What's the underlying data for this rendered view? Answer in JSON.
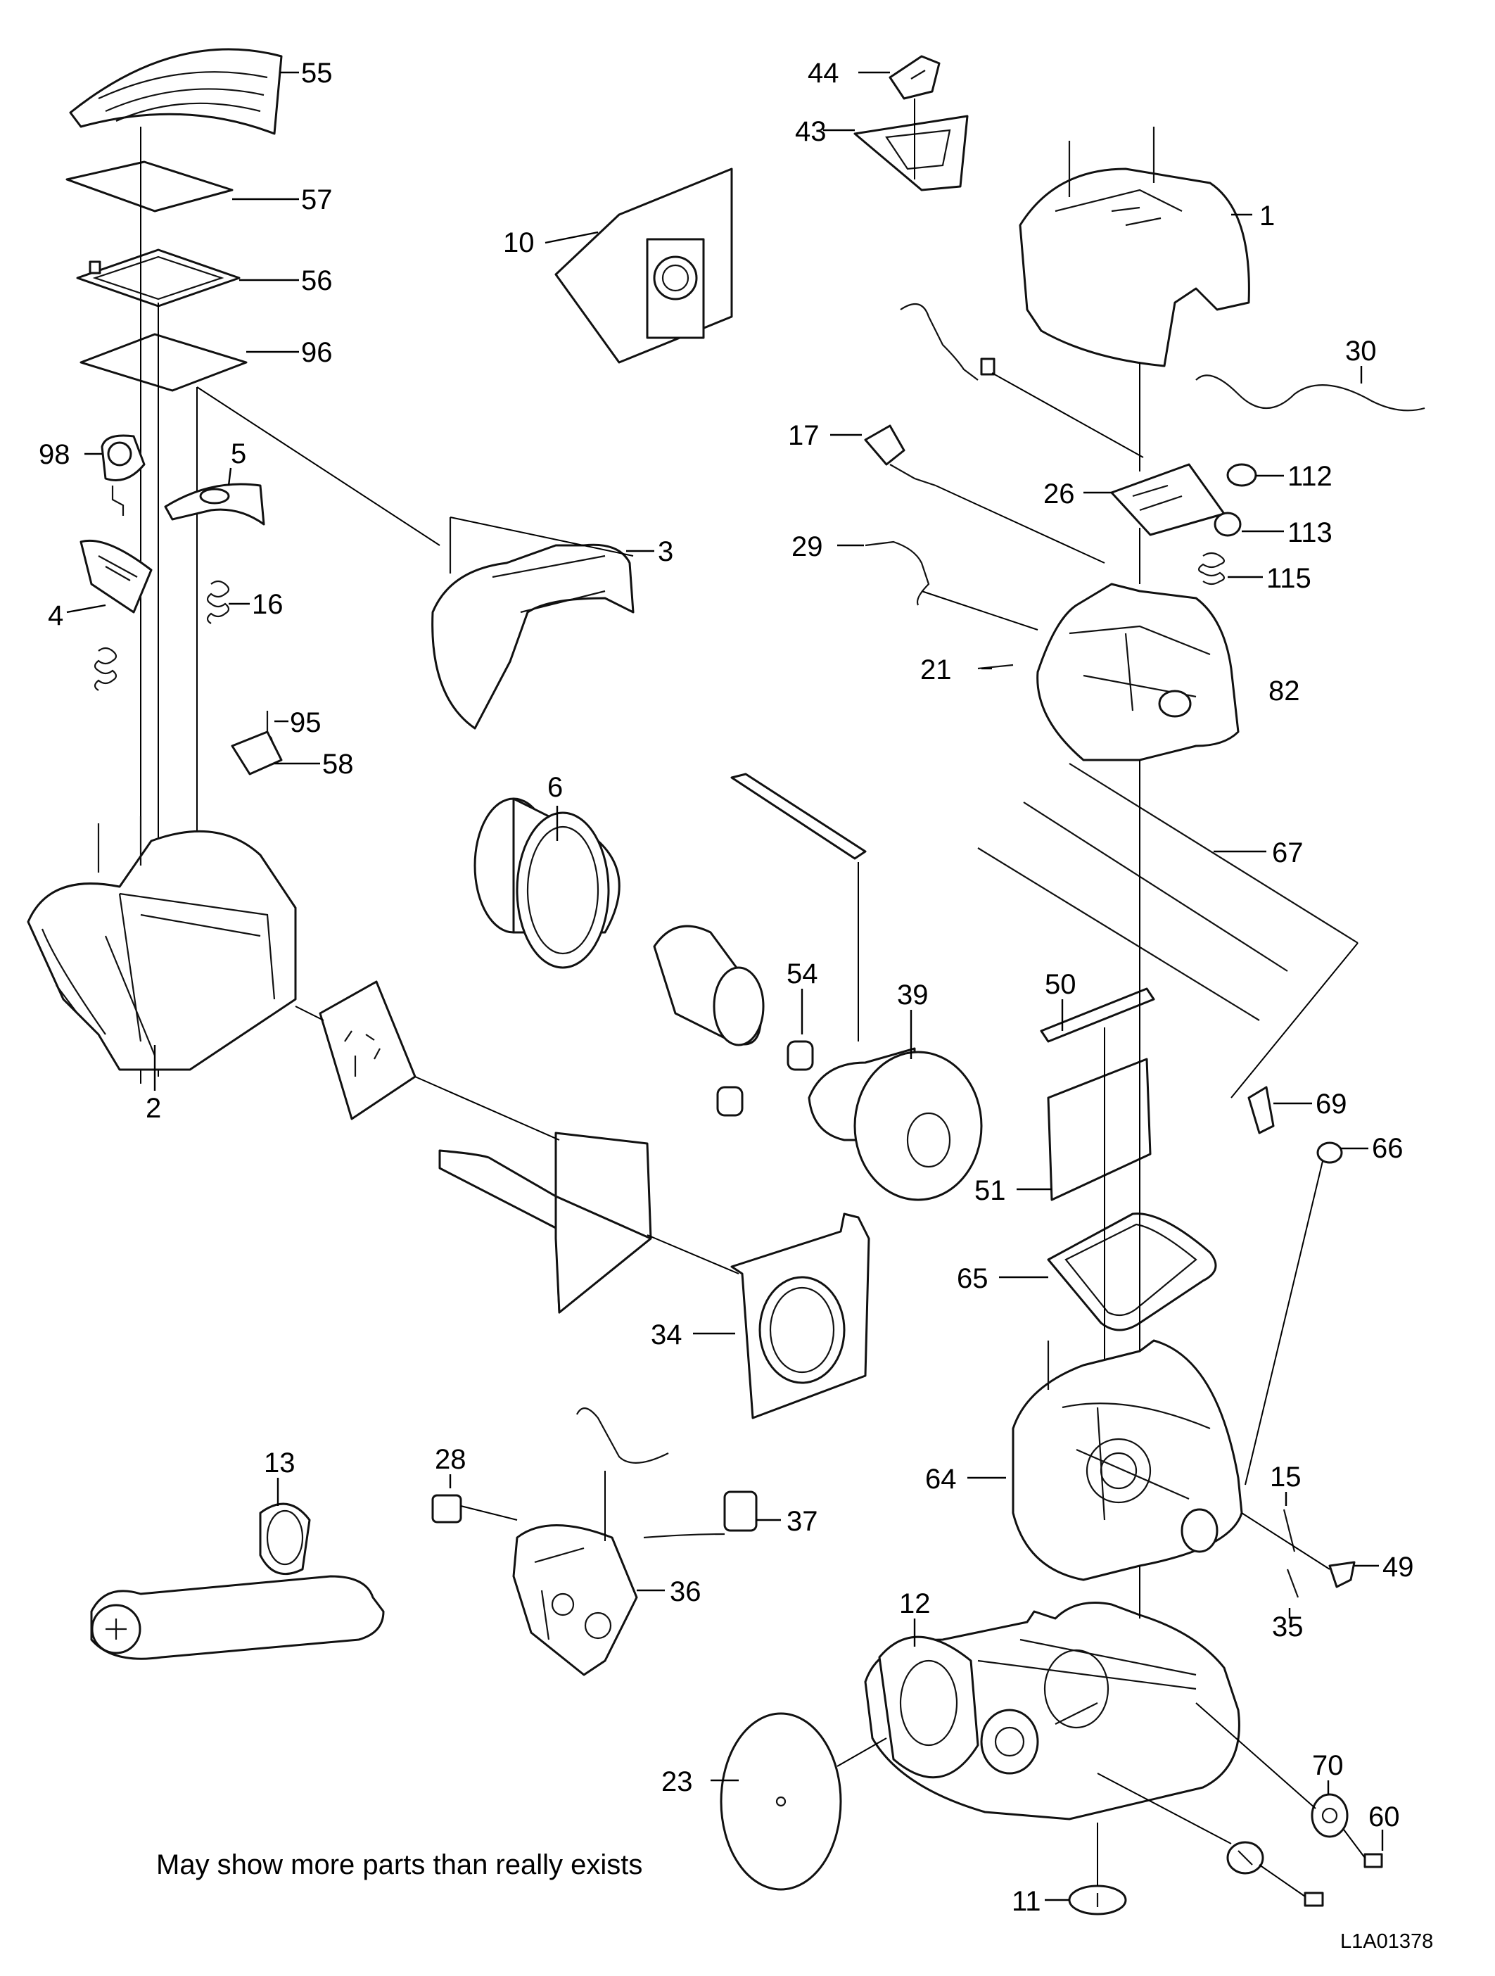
{
  "caption": "May show more parts than really exists",
  "reference_code": "L1A01378",
  "part_numbers": {
    "p1": "1",
    "p2": "2",
    "p3": "3",
    "p4": "4",
    "p5": "5",
    "p6": "6",
    "p10": "10",
    "p11": "11",
    "p12": "12",
    "p13": "13",
    "p15": "15",
    "p16": "16",
    "p17": "17",
    "p21": "21",
    "p23": "23",
    "p26": "26",
    "p28": "28",
    "p29": "29",
    "p30": "30",
    "p34": "34",
    "p35": "35",
    "p36": "36",
    "p37": "37",
    "p39": "39",
    "p43": "43",
    "p44": "44",
    "p49": "49",
    "p50": "50",
    "p51": "51",
    "p54": "54",
    "p55": "55",
    "p56": "56",
    "p57": "57",
    "p58": "58",
    "p60": "60",
    "p64": "64",
    "p65": "65",
    "p66": "66",
    "p67": "67",
    "p69": "69",
    "p70": "70",
    "p82": "82",
    "p95": "95",
    "p96": "96",
    "p98": "98",
    "p112": "112",
    "p113": "113",
    "p115": "115"
  }
}
